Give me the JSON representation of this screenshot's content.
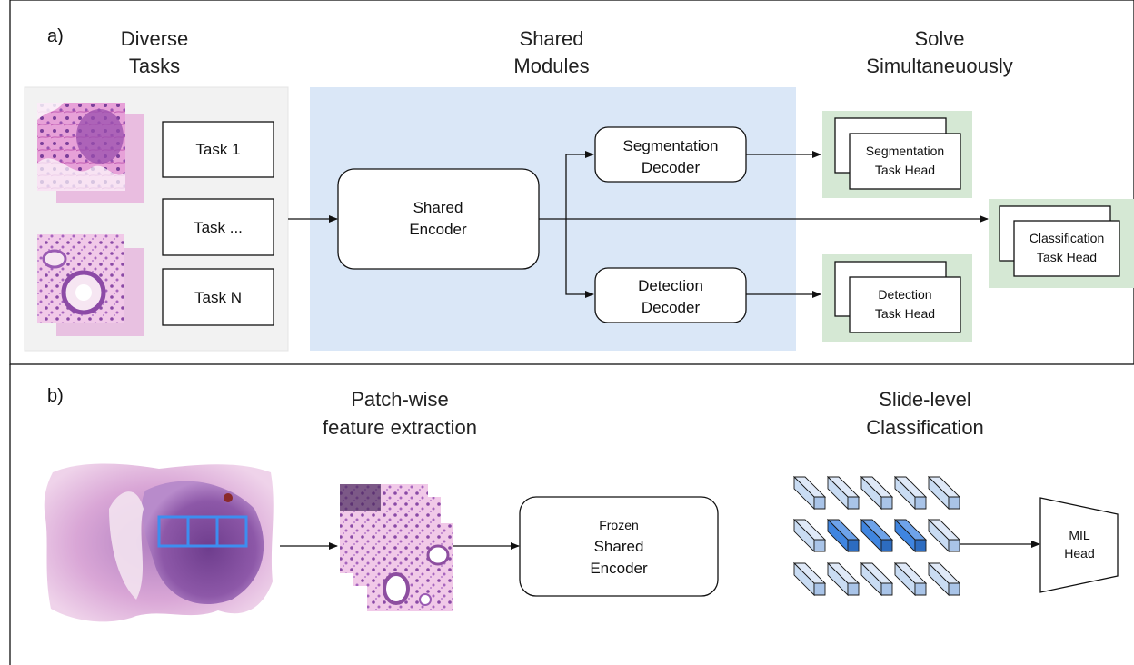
{
  "panel_a": {
    "label": "a)",
    "col1_title": [
      "Diverse",
      "Tasks"
    ],
    "col2_title": [
      "Shared",
      "Modules"
    ],
    "col3_title": [
      "Solve",
      "Simultaneuously"
    ],
    "tasks": [
      "Task 1",
      "Task ...",
      "Task N"
    ],
    "encoder": [
      "Shared",
      "Encoder"
    ],
    "seg_decoder": [
      "Segmentation",
      "Decoder"
    ],
    "det_decoder": [
      "Detection",
      "Decoder"
    ],
    "seg_head": [
      "Segmentation",
      "Task Head"
    ],
    "det_head": [
      "Detection",
      "Task Head"
    ],
    "cls_head": [
      "Classification",
      "Task Head"
    ]
  },
  "panel_b": {
    "label": "b)",
    "title_left": [
      "Patch-wise",
      "feature extraction"
    ],
    "title_right": [
      "Slide-level",
      "Classification"
    ],
    "frozen_encoder": [
      "Frozen",
      "Shared",
      "Encoder"
    ],
    "mil_head": [
      "MIL",
      "Head"
    ]
  },
  "colors": {
    "shared_modules_bg": "#dae7f7",
    "task_panel_bg": "#f2f2f2",
    "head_bg": "#d5e8d4",
    "tile_light": "#c9dcf3",
    "tile_dark": "#3f85e0",
    "tissue_pink": "#d98fc8",
    "tissue_purple": "#8d4ea0",
    "patch_outline": "#3d8ef0"
  }
}
